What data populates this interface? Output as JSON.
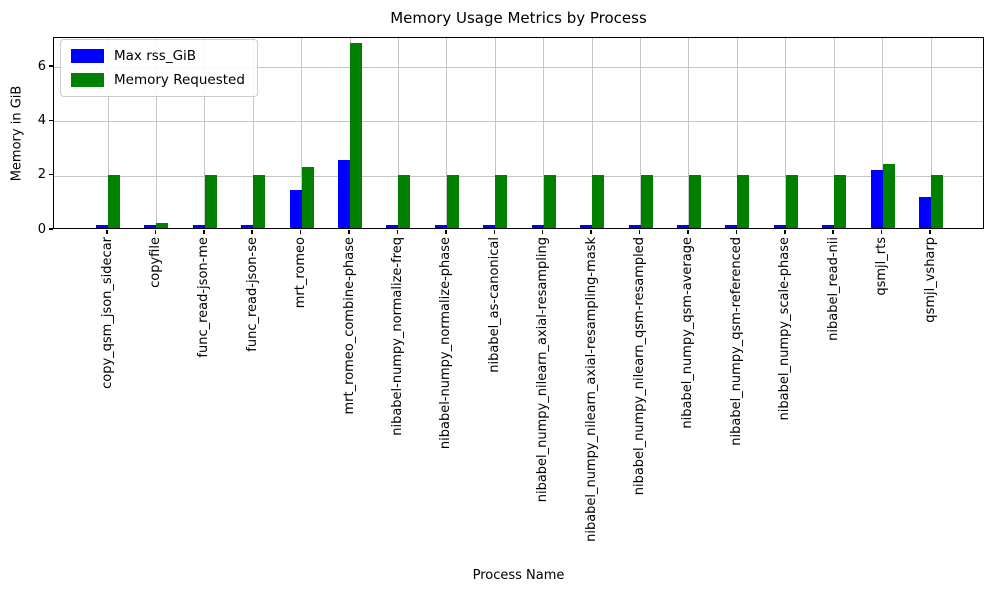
{
  "chart_data": {
    "type": "bar",
    "title": "Memory Usage Metrics by Process",
    "xlabel": "Process Name",
    "ylabel": "Memory in GiB",
    "categories": [
      "copy_qsm_json_sidecar",
      "copyfile",
      "func_read-json-me",
      "func_read-json-se",
      "mrt_romeo",
      "mrt_romeo_combine-phase",
      "nibabel-numpy_normalize-freq",
      "nibabel-numpy_normalize-phase",
      "nibabel_as-canonical",
      "nibabel_numpy_nilearn_axial-resampling",
      "nibabel_numpy_nilearn_axial-resampling-mask",
      "nibabel_numpy_nilearn_qsm-resampled",
      "nibabel_numpy_qsm-average",
      "nibabel_numpy_qsm-referenced",
      "nibabel_numpy_scale-phase",
      "nibabel_read-nii",
      "qsmjl_rts",
      "qsmjl_vsharp"
    ],
    "series": [
      {
        "name": "Max rss_GiB",
        "color": "#0000ff",
        "values": [
          0.12,
          0.12,
          0.12,
          0.12,
          1.4,
          2.5,
          0.12,
          0.12,
          0.12,
          0.12,
          0.12,
          0.12,
          0.12,
          0.12,
          0.12,
          0.12,
          2.15,
          1.15
        ]
      },
      {
        "name": "Memory Requested",
        "color": "#008000",
        "values": [
          1.97,
          0.2,
          1.97,
          1.97,
          2.25,
          6.8,
          1.97,
          1.97,
          1.97,
          1.97,
          1.97,
          1.97,
          1.97,
          1.97,
          1.97,
          1.97,
          2.35,
          1.97
        ]
      }
    ],
    "yticks": [
      0,
      2,
      4,
      6
    ],
    "ylim": [
      0,
      7.07
    ],
    "grid": true,
    "legend_position": "upper left"
  }
}
